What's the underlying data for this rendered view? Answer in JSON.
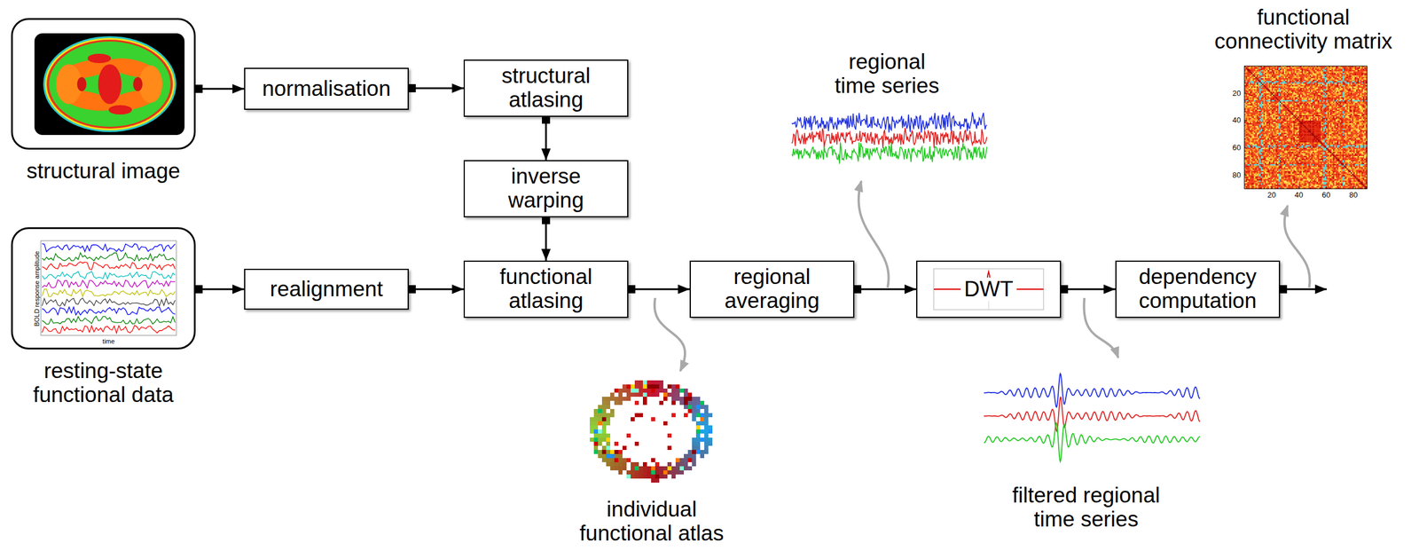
{
  "diagram": {
    "nodes": [
      {
        "text": [
          "structural image"
        ]
      },
      {
        "text": [
          "normalisation"
        ]
      },
      {
        "text": [
          "structural atlasing"
        ]
      },
      {
        "text": [
          "inverse warping"
        ]
      },
      {
        "text": [
          "resting-state functional data"
        ]
      },
      {
        "text": [
          "realignment"
        ]
      },
      {
        "text": [
          "functional atlasing"
        ]
      },
      {
        "text": [
          "regional averaging"
        ]
      },
      {
        "text": [
          "DWT"
        ]
      },
      {
        "text": [
          "dependency computation"
        ]
      }
    ],
    "edges": [
      {
        "from": 0,
        "to": 1,
        "arrow": "to"
      },
      {
        "from": 1,
        "to": 2,
        "arrow": "to"
      },
      {
        "from": 2,
        "to": 3,
        "arrow": "to"
      },
      {
        "from": 3,
        "to": 6,
        "arrow": "to"
      },
      {
        "from": 4,
        "to": 5,
        "arrow": "to"
      },
      {
        "from": 5,
        "to": 6,
        "arrow": "to"
      },
      {
        "from": 6,
        "to": 7,
        "arrow": "to"
      },
      {
        "from": 7,
        "to": 8,
        "arrow": "to"
      },
      {
        "from": 8,
        "to": 9,
        "arrow": "to"
      }
    ],
    "labels": [
      "BOLD response amplitude",
      "time",
      "regional time series",
      "functional connectivity matrix",
      "20",
      "40",
      "60",
      "80",
      "20",
      "40",
      "60",
      "80",
      "individual functional atlas",
      "filtered regional time series"
    ]
  }
}
